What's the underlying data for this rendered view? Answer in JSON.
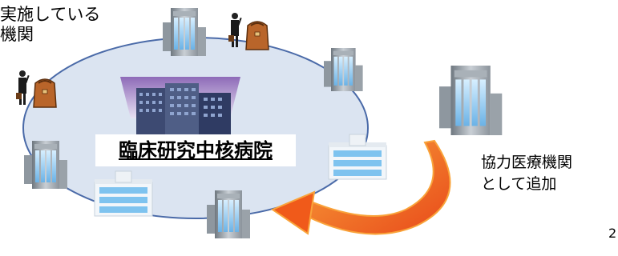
{
  "labels": {
    "top_line1": "実施している",
    "top_line2": "機関",
    "center": "臨床研究中核病院",
    "right_line1": "協力医療機関",
    "right_line2": "として追加",
    "page_number": "2"
  },
  "colors": {
    "ellipse_fill": "#dbe4f1",
    "ellipse_stroke": "#4a6aa8",
    "arrow_fill": "#f05a1a",
    "arrow_edge": "#f9a33a"
  },
  "icons": [
    "office-building-icon",
    "businessman-with-briefcase-icon",
    "hospital-building-icon",
    "research-hospital-building-icon",
    "curved-arrow-icon"
  ]
}
